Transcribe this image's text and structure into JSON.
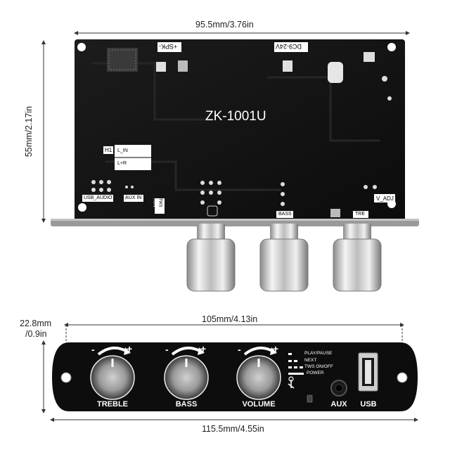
{
  "board": {
    "model": "ZK-1001U",
    "power_label": "DC9-24V",
    "speaker_label": "+SPK-",
    "h1_label": "H1",
    "lin_label": "L_IN",
    "lr_label": "L+R",
    "usb_audio_label": "USB_AUDIO",
    "aux_in_label": "AUX IN",
    "tws_label": "TWS",
    "run_label": "RUN",
    "bass_label": "BASS",
    "tre_label": "TRE",
    "vadj_label": "V_ADJ"
  },
  "dimensions": {
    "board_width": "95.5mm/3.76in",
    "board_height": "55mm/2.17in",
    "panel_hole_spacing": "105mm/4.13in",
    "panel_height_mm": "22.8mm",
    "panel_height_in": "/0.9in",
    "panel_width": "115.5mm/4.55in"
  },
  "panel": {
    "knobs": [
      {
        "label": "TREBLE",
        "minus": "-",
        "plus": "+"
      },
      {
        "label": "BASS",
        "minus": "-",
        "plus": "+"
      },
      {
        "label": "VOLUME",
        "minus": "-",
        "plus": "+"
      }
    ],
    "legend": [
      {
        "dots": 1,
        "text": "PLAY/PAUSE"
      },
      {
        "dots": 2,
        "text": "NEXT"
      },
      {
        "dots": 3,
        "text": "TWS ON/OFF"
      },
      {
        "dots": 0,
        "text": "POWER"
      }
    ],
    "aux_label": "AUX",
    "usb_label": "USB"
  },
  "colors": {
    "pcb": "#141414",
    "panel": "#0d0d0d",
    "chrome": "#d8d8d8"
  }
}
